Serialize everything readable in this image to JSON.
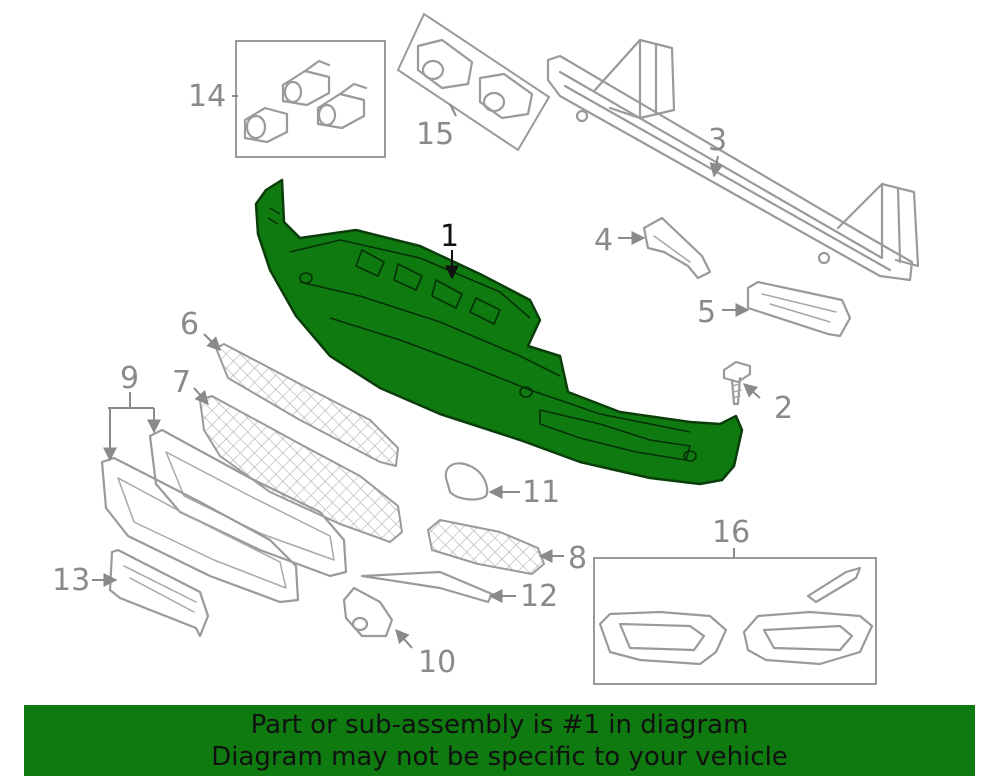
{
  "callouts": {
    "c1": "1",
    "c2": "2",
    "c3": "3",
    "c4": "4",
    "c5": "5",
    "c6": "6",
    "c7": "7",
    "c8": "8",
    "c9": "9",
    "c10": "10",
    "c11": "11",
    "c12": "12",
    "c13": "13",
    "c14": "14",
    "c15": "15",
    "c16": "16"
  },
  "colors": {
    "highlight": "#0f7a0f",
    "outline": "#9a9a9a",
    "callout_text": "#8a8a8a"
  },
  "banner": {
    "line1": "Part or sub-assembly is #1 in diagram",
    "line2": "Diagram may not be specific to your vehicle"
  }
}
